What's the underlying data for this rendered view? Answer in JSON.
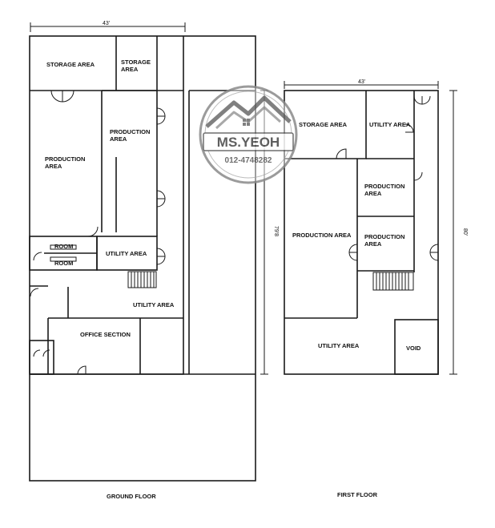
{
  "ground_floor": {
    "caption": "GROUND FLOOR",
    "width_dim": "43'",
    "depth_dim": "79'8",
    "rooms": {
      "storage_1": "STORAGE AREA",
      "storage_2_l1": "STORAGE",
      "storage_2_l2": "AREA",
      "production_1_l1": "PRODUCTION",
      "production_1_l2": "AREA",
      "production_2_l1": "PRODUCTION",
      "production_2_l2": "AREA",
      "room_1": "ROOM",
      "room_2": "ROOM",
      "utility_1": "UTILITY AREA",
      "utility_2": "UTILITY AREA",
      "office": "OFFICE SECTION"
    }
  },
  "first_floor": {
    "caption": "FIRST FLOOR",
    "width_dim": "43'",
    "depth_dim": "80'",
    "rooms": {
      "storage": "STORAGE AREA",
      "utility_1": "UTILITY AREA",
      "production_1_l1": "PRODUCTION",
      "production_1_l2": "AREA",
      "production_2_l1": "PRODUCTION",
      "production_2_l2": "AREA",
      "production_main": "PRODUCTION AREA",
      "utility_2": "UTILITY AREA",
      "void": "VOID"
    }
  },
  "watermark": {
    "name": "MS.YEOH",
    "phone": "012-4748282",
    "color": "#555555"
  }
}
